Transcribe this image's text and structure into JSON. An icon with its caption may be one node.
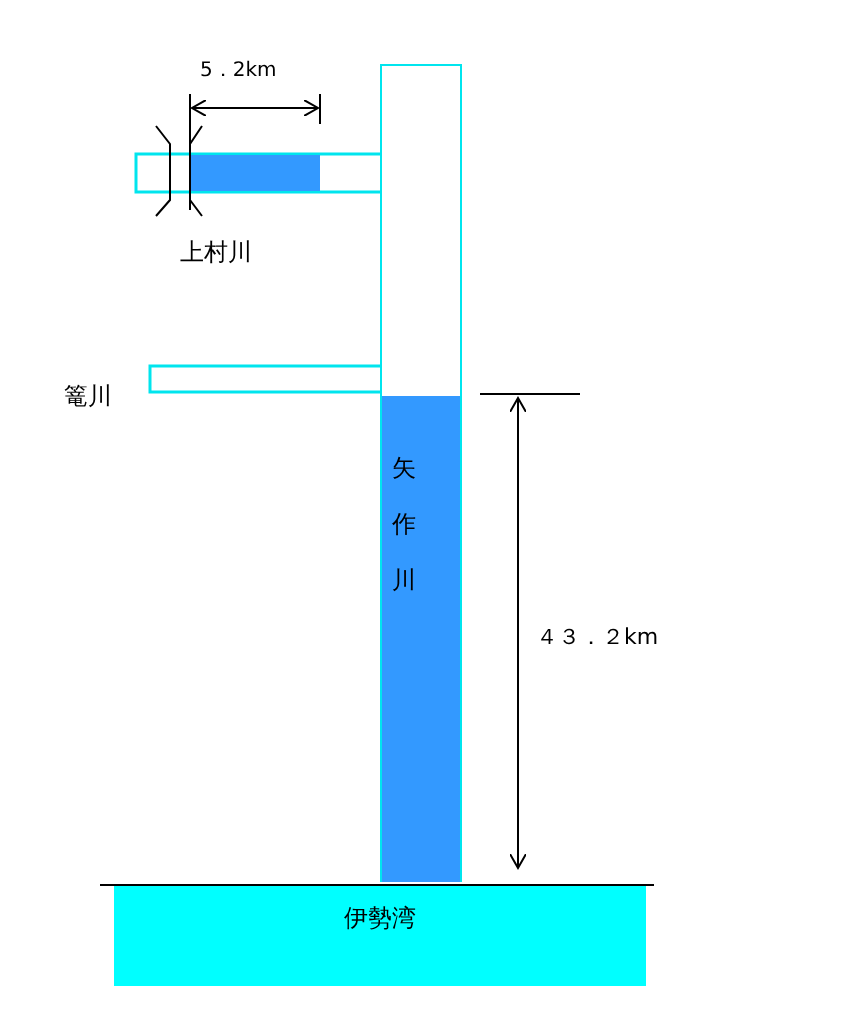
{
  "diagram": {
    "nodes": [
      {
        "text": [
          "矢作川"
        ]
      },
      {
        "text": [
          "伊勢湾"
        ]
      }
    ],
    "labels": [
      "5．2km",
      "上村川",
      "篭川",
      "４３．２km"
    ]
  }
}
